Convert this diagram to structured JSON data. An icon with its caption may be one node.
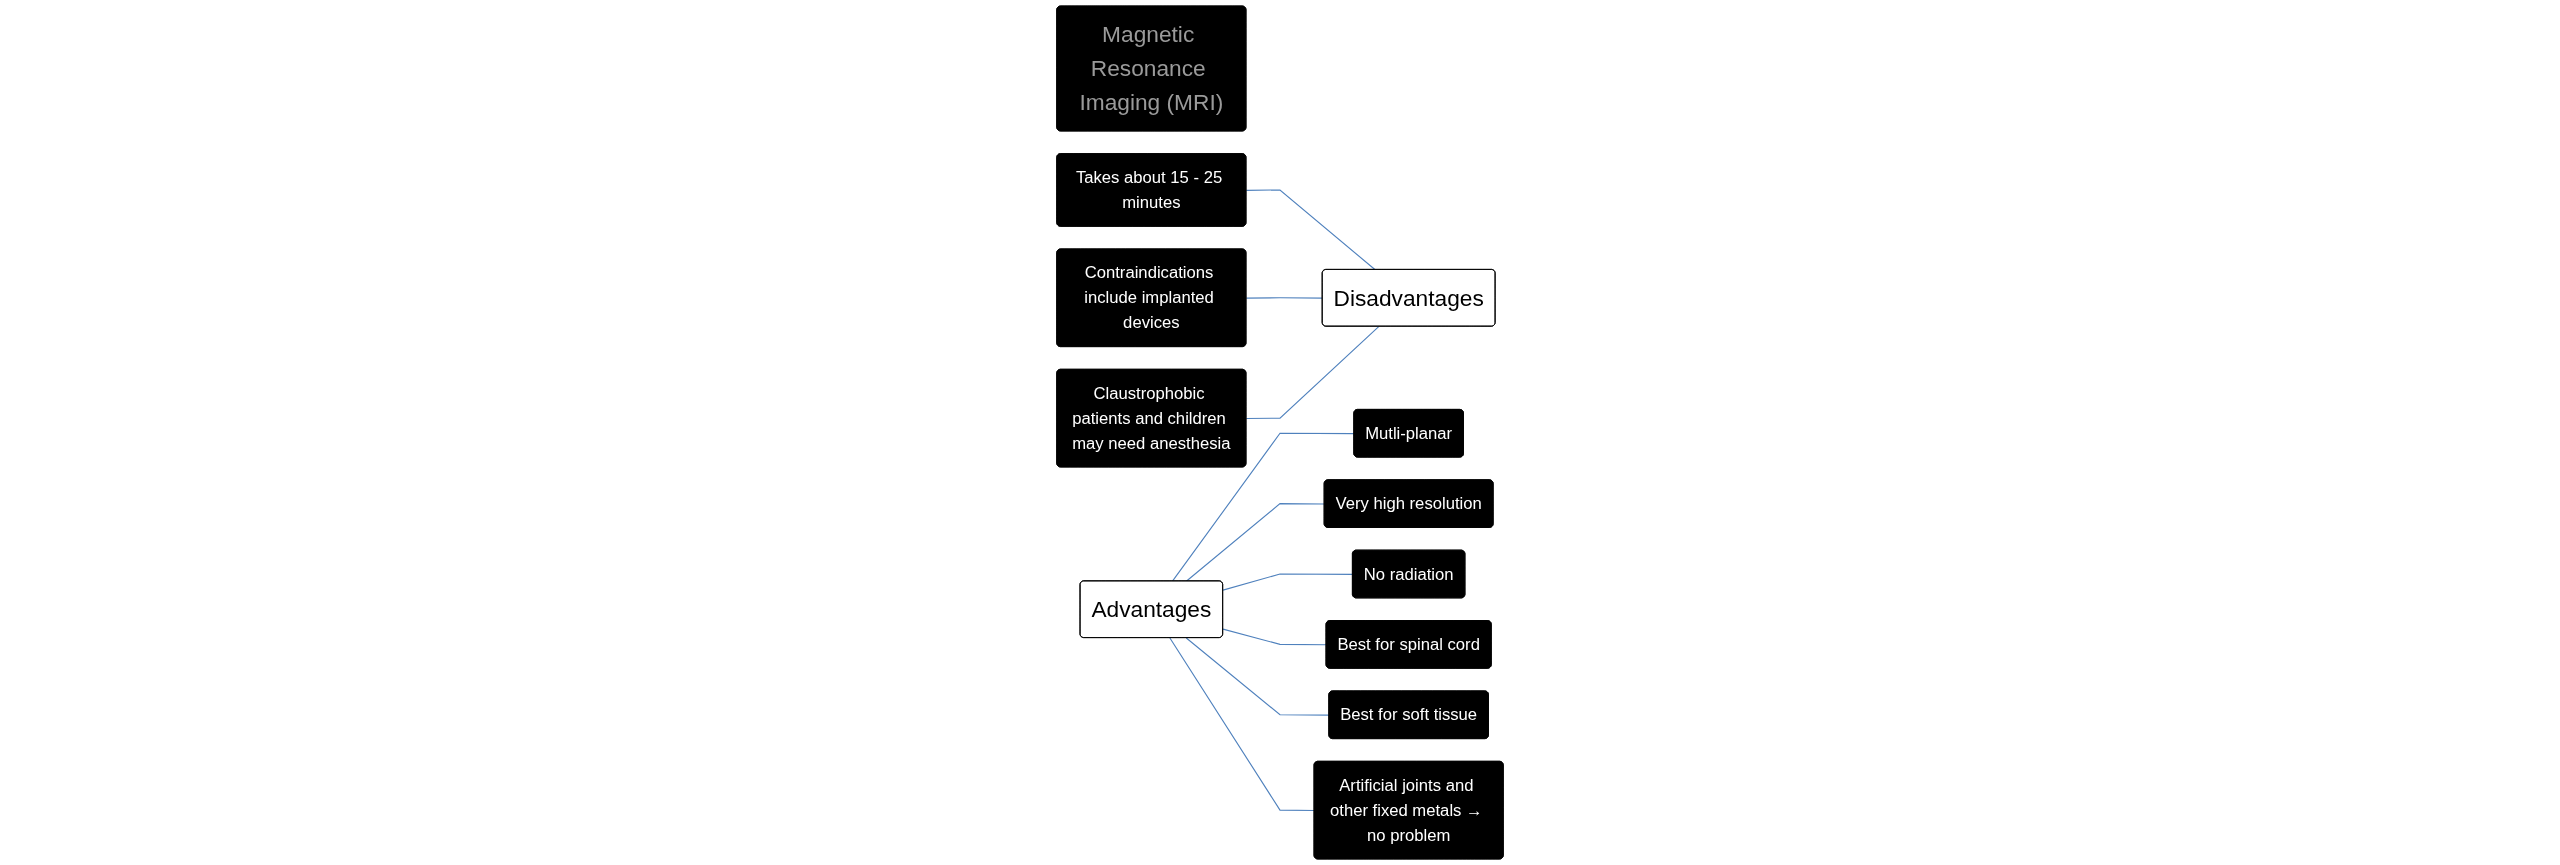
{
  "diagram": {
    "nodes": [
      {
        "text": [
          "Magnetic Resonance Imaging (MRI)"
        ]
      },
      {
        "text": [
          "Disadvantages"
        ]
      },
      {
        "text": [
          "Takes about 15 - 25 minutes"
        ]
      },
      {
        "text": [
          "Contraindications include implanted devices"
        ]
      },
      {
        "text": [
          "Claustrophobic patients and children may need anesthesia"
        ]
      },
      {
        "text": [
          "Advantages"
        ]
      },
      {
        "text": [
          "Mutli-planar"
        ]
      },
      {
        "text": [
          "Very high resolution"
        ]
      },
      {
        "text": [
          "No radiation"
        ]
      },
      {
        "text": [
          "Best for spinal cord"
        ]
      },
      {
        "text": [
          "Best for soft tissue"
        ]
      },
      {
        "text": [
          "Artificial joints and other fixed metals → no problem"
        ]
      }
    ],
    "edges": [
      {
        "from": 2,
        "to": 1,
        "arrow": "none"
      },
      {
        "from": 3,
        "to": 1,
        "arrow": "none"
      },
      {
        "from": 4,
        "to": 1,
        "arrow": "none"
      },
      {
        "from": 5,
        "to": 6,
        "arrow": "none"
      },
      {
        "from": 5,
        "to": 7,
        "arrow": "none"
      },
      {
        "from": 5,
        "to": 8,
        "arrow": "none"
      },
      {
        "from": 5,
        "to": 9,
        "arrow": "none"
      },
      {
        "from": 5,
        "to": 10,
        "arrow": "none"
      },
      {
        "from": 5,
        "to": 11,
        "arrow": "none"
      }
    ]
  }
}
